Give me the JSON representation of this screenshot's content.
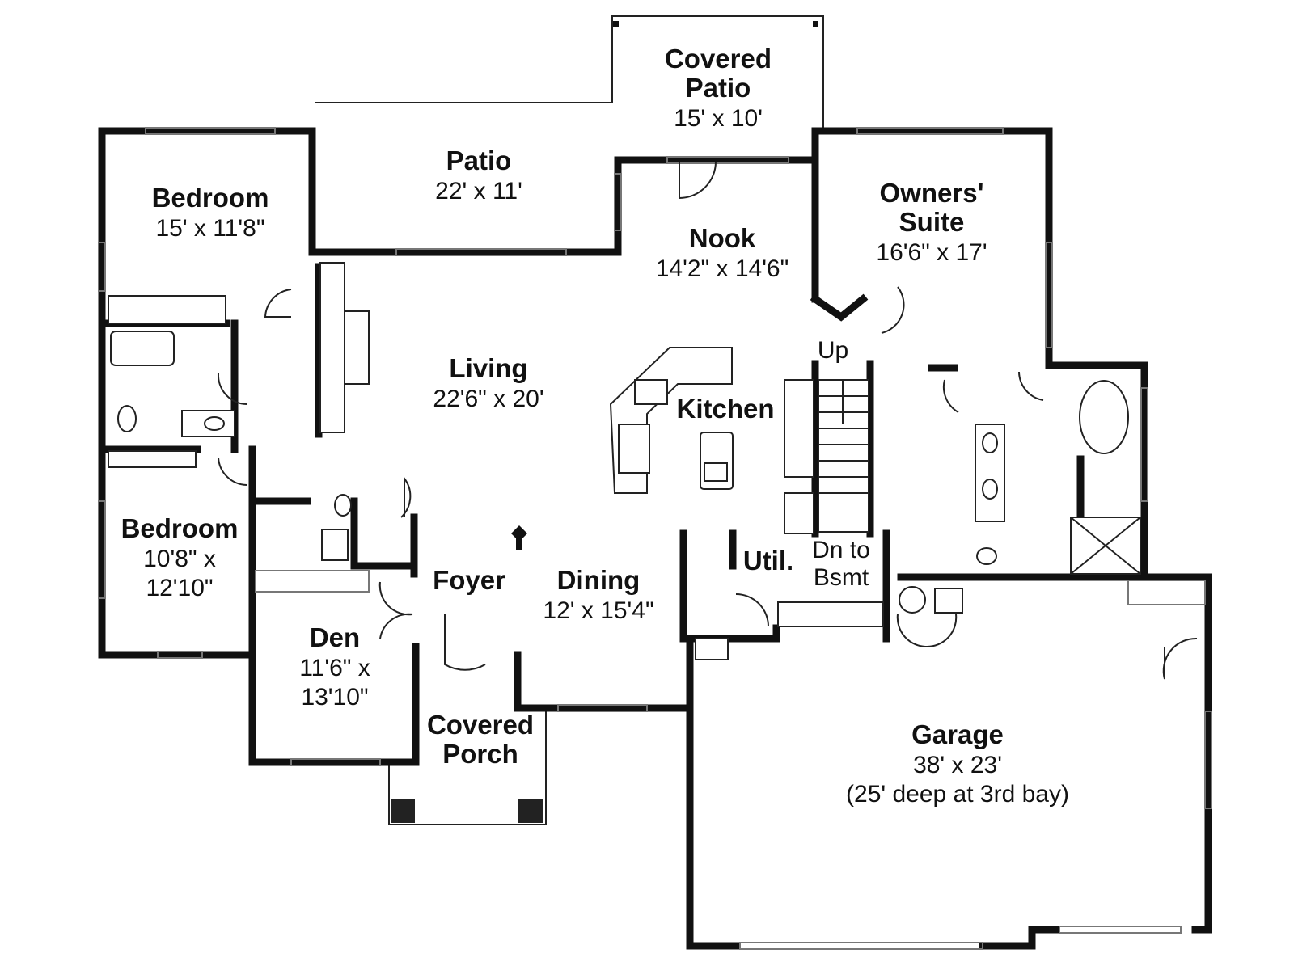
{
  "rooms": {
    "covered_patio": {
      "name_1": "Covered",
      "name_2": "Patio",
      "dim": "15' x 10'"
    },
    "patio": {
      "name": "Patio",
      "dim": "22' x 11'"
    },
    "bedroom_1": {
      "name": "Bedroom",
      "dim": "15' x 11'8\""
    },
    "nook": {
      "name": "Nook",
      "dim": "14'2\" x 14'6\""
    },
    "owners_suite": {
      "name_1": "Owners'",
      "name_2": "Suite",
      "dim": "16'6\" x 17'"
    },
    "living": {
      "name": "Living",
      "dim": "22'6\" x 20'"
    },
    "kitchen": {
      "name": "Kitchen"
    },
    "stairs_up": {
      "label": "Up"
    },
    "bedroom_2": {
      "name": "Bedroom",
      "dim_1": "10'8\" x",
      "dim_2": "12'10\""
    },
    "util": {
      "name": "Util."
    },
    "stairs_down": {
      "label_1": "Dn to",
      "label_2": "Bsmt"
    },
    "foyer": {
      "name": "Foyer"
    },
    "dining": {
      "name": "Dining",
      "dim": "12' x 15'4\""
    },
    "den": {
      "name": "Den",
      "dim_1": "11'6\" x",
      "dim_2": "13'10\""
    },
    "covered_porch": {
      "name_1": "Covered",
      "name_2": "Porch"
    },
    "garage": {
      "name": "Garage",
      "dim": "38' x 23'",
      "note": "(25' deep at 3rd bay)"
    }
  }
}
